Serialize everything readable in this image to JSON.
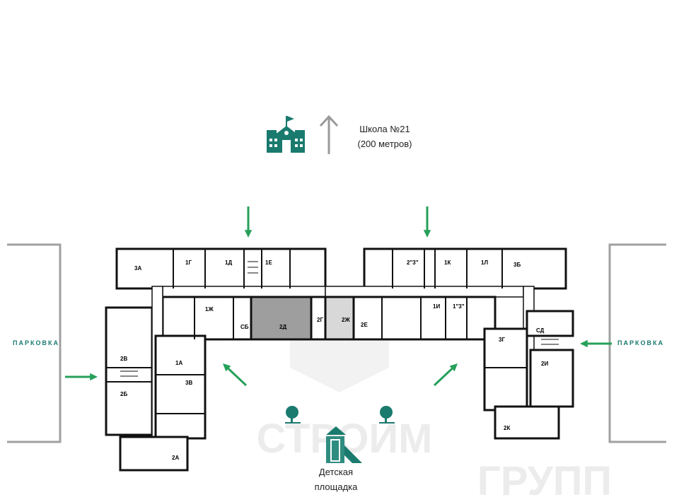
{
  "school": {
    "line1": "Школа №21",
    "line2": "(200 метров)",
    "icon": "school-icon"
  },
  "parking": {
    "left_label": "ПАРКОВКА",
    "right_label": "ПАРКОВКА"
  },
  "playground": {
    "line1": "Детская",
    "line2": "площадка",
    "icon": "playground-icon"
  },
  "watermark": {
    "line1": "СТРОИМ",
    "line2": "ГРУПП"
  },
  "units": [
    "3А",
    "1Г",
    "1Д",
    "1Е",
    "1Ж",
    "СБ",
    "2Д",
    "2Г",
    "2Ж",
    "2Е",
    "2\"3\"",
    "1К",
    "1Л",
    "3Б",
    "1И",
    "1\"3\"",
    "СД",
    "3Г",
    "2И",
    "2К",
    "2В",
    "2Б",
    "1А",
    "3В",
    "2А"
  ],
  "colors": {
    "accent": "#1a7a6e",
    "arrow": "#27a05a",
    "wall": "#111111",
    "gray": "#9a9a9a"
  }
}
